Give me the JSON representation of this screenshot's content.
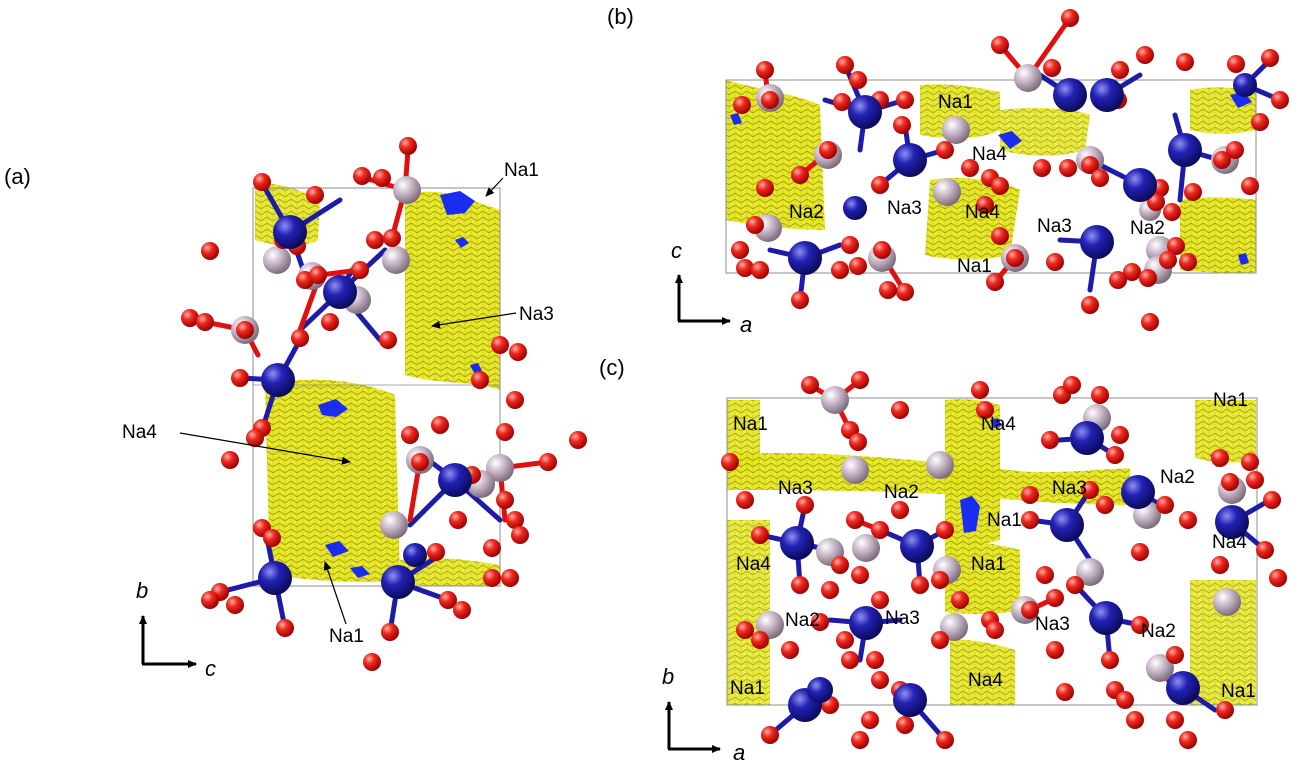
{
  "panels": {
    "a": {
      "letter": "(a)",
      "labels": {
        "na1_top": "Na1",
        "na3": "Na3",
        "na4": "Na4",
        "na1_bottom": "Na1"
      },
      "axes": {
        "vertical": "b",
        "horizontal": "c"
      }
    },
    "b": {
      "letter": "(b)",
      "labels": {
        "na1_a": "Na1",
        "na4_a": "Na4",
        "na2_a": "Na2",
        "na3_a": "Na3",
        "na4_b": "Na4",
        "na3_b": "Na3",
        "na2_b": "Na2",
        "na1_b": "Na1"
      },
      "axes": {
        "vertical": "c",
        "horizontal": "a"
      }
    },
    "c": {
      "letter": "(c)",
      "labels": {
        "na1_tl": "Na1",
        "na4_t": "Na4",
        "na1_tr": "Na1",
        "na3_l": "Na3",
        "na2_m": "Na2",
        "na3_m": "Na3",
        "na2_r": "Na2",
        "na1_m1": "Na1",
        "na4_r": "Na4",
        "na4_l": "Na4",
        "na1_m2": "Na1",
        "na2_l2": "Na2",
        "na3_m2": "Na3",
        "na3_r2": "Na3",
        "na2_r2": "Na2",
        "na1_bl": "Na1",
        "na4_b": "Na4",
        "na1_br": "Na1"
      },
      "axes": {
        "vertical": "b",
        "horizontal": "a"
      }
    }
  },
  "colors": {
    "oxygen": "#e01010",
    "metal": "#1c1ca8",
    "phosphorus": "#b8a8b8",
    "density": "#e6e61a",
    "density_edge": "#a8a800",
    "blue_patch": "#1a2cf0",
    "cell": "#8c8c8c"
  }
}
